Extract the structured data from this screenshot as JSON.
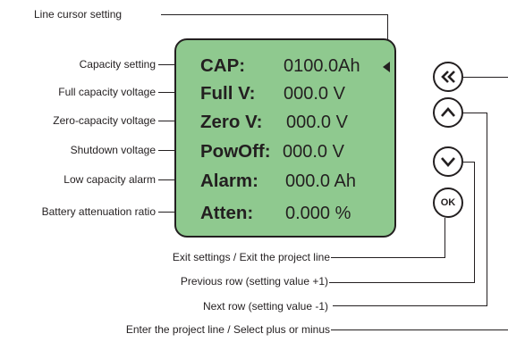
{
  "top_label": "Line cursor setting",
  "display": {
    "rows": [
      {
        "key": "CAP:",
        "value": "0100.0Ah",
        "label": "Capacity setting"
      },
      {
        "key": "Full V:",
        "value": "000.0 V",
        "label": "Full capacity voltage"
      },
      {
        "key": "Zero V:",
        "value": "000.0 V",
        "label": "Zero-capacity voltage"
      },
      {
        "key": "PowOff:",
        "value": "000.0 V",
        "label": "Shutdown voltage"
      },
      {
        "key": "Alarm:",
        "value": "000.0 Ah",
        "label": "Low capacity alarm"
      },
      {
        "key": "Atten:",
        "value": "0.000 %",
        "label": "Battery attenuation ratio"
      }
    ],
    "background_color": "#8fc98f"
  },
  "buttons": [
    {
      "icon": "double-chevron-left-icon",
      "label": "Exit settings / Exit the project line"
    },
    {
      "icon": "chevron-up-icon",
      "label": "Previous row (setting value +1)"
    },
    {
      "icon": "chevron-down-icon",
      "label": "Next row (setting value -1)"
    },
    {
      "icon": "ok-icon",
      "text": "OK",
      "label": "Enter the project line / Select plus or minus"
    }
  ]
}
